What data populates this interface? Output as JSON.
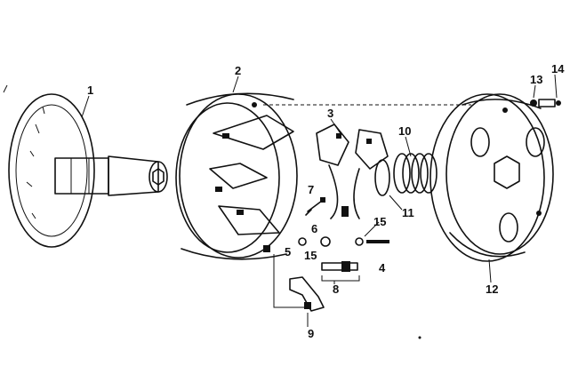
{
  "diagram": {
    "callouts": [
      "1",
      "2",
      "3",
      "4",
      "5",
      "6",
      "7",
      "8",
      "9",
      "10",
      "11",
      "12",
      "13",
      "14",
      "15",
      "15"
    ],
    "icons": [
      "sheave-icon",
      "housing-icon",
      "weight-assembly-icon",
      "spring-icon",
      "cover-icon",
      "bolt-icon",
      "washer-icon",
      "roller-icon",
      "arm-icon"
    ]
  }
}
